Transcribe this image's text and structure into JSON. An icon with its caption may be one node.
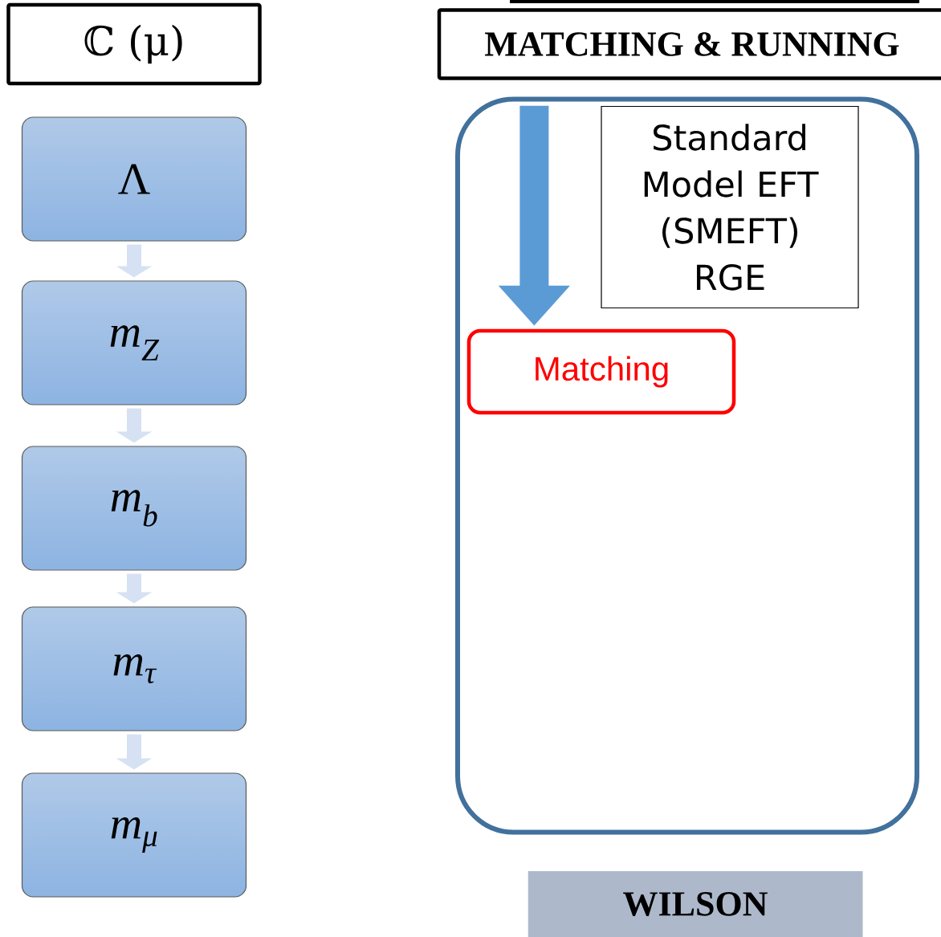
{
  "diagram": {
    "nodes": [
      {
        "text": [
          "ℂ (μ)"
        ]
      },
      {
        "text": [
          "Λ"
        ]
      },
      {
        "text": [
          "m$_{Z}$"
        ]
      },
      {
        "text": [
          "m$_{b}$"
        ]
      },
      {
        "text": [
          "m$_{τ}$"
        ]
      },
      {
        "text": [
          "m$_{μ}$"
        ]
      },
      {
        "text": [
          "MATCHING & RUNNING"
        ]
      },
      {
        "text": [],
        "shape": "box"
      },
      {
        "text": [
          "Standard Model EFT (SMEFT) RGE"
        ],
        "in": 7
      },
      {
        "text": [
          "Matching"
        ],
        "in": 7
      },
      {
        "text": [
          "WILSON"
        ]
      }
    ],
    "edges": [
      {
        "from": 1,
        "to": 2,
        "arrow": "to"
      },
      {
        "from": 2,
        "to": 3,
        "arrow": "to"
      },
      {
        "from": 3,
        "to": 4,
        "arrow": "to"
      },
      {
        "from": 4,
        "to": 5,
        "arrow": "to"
      },
      {
        "from": null,
        "to": 9,
        "arrow": "to",
        "style": "thick",
        "color": "#5b9bd5"
      }
    ]
  }
}
